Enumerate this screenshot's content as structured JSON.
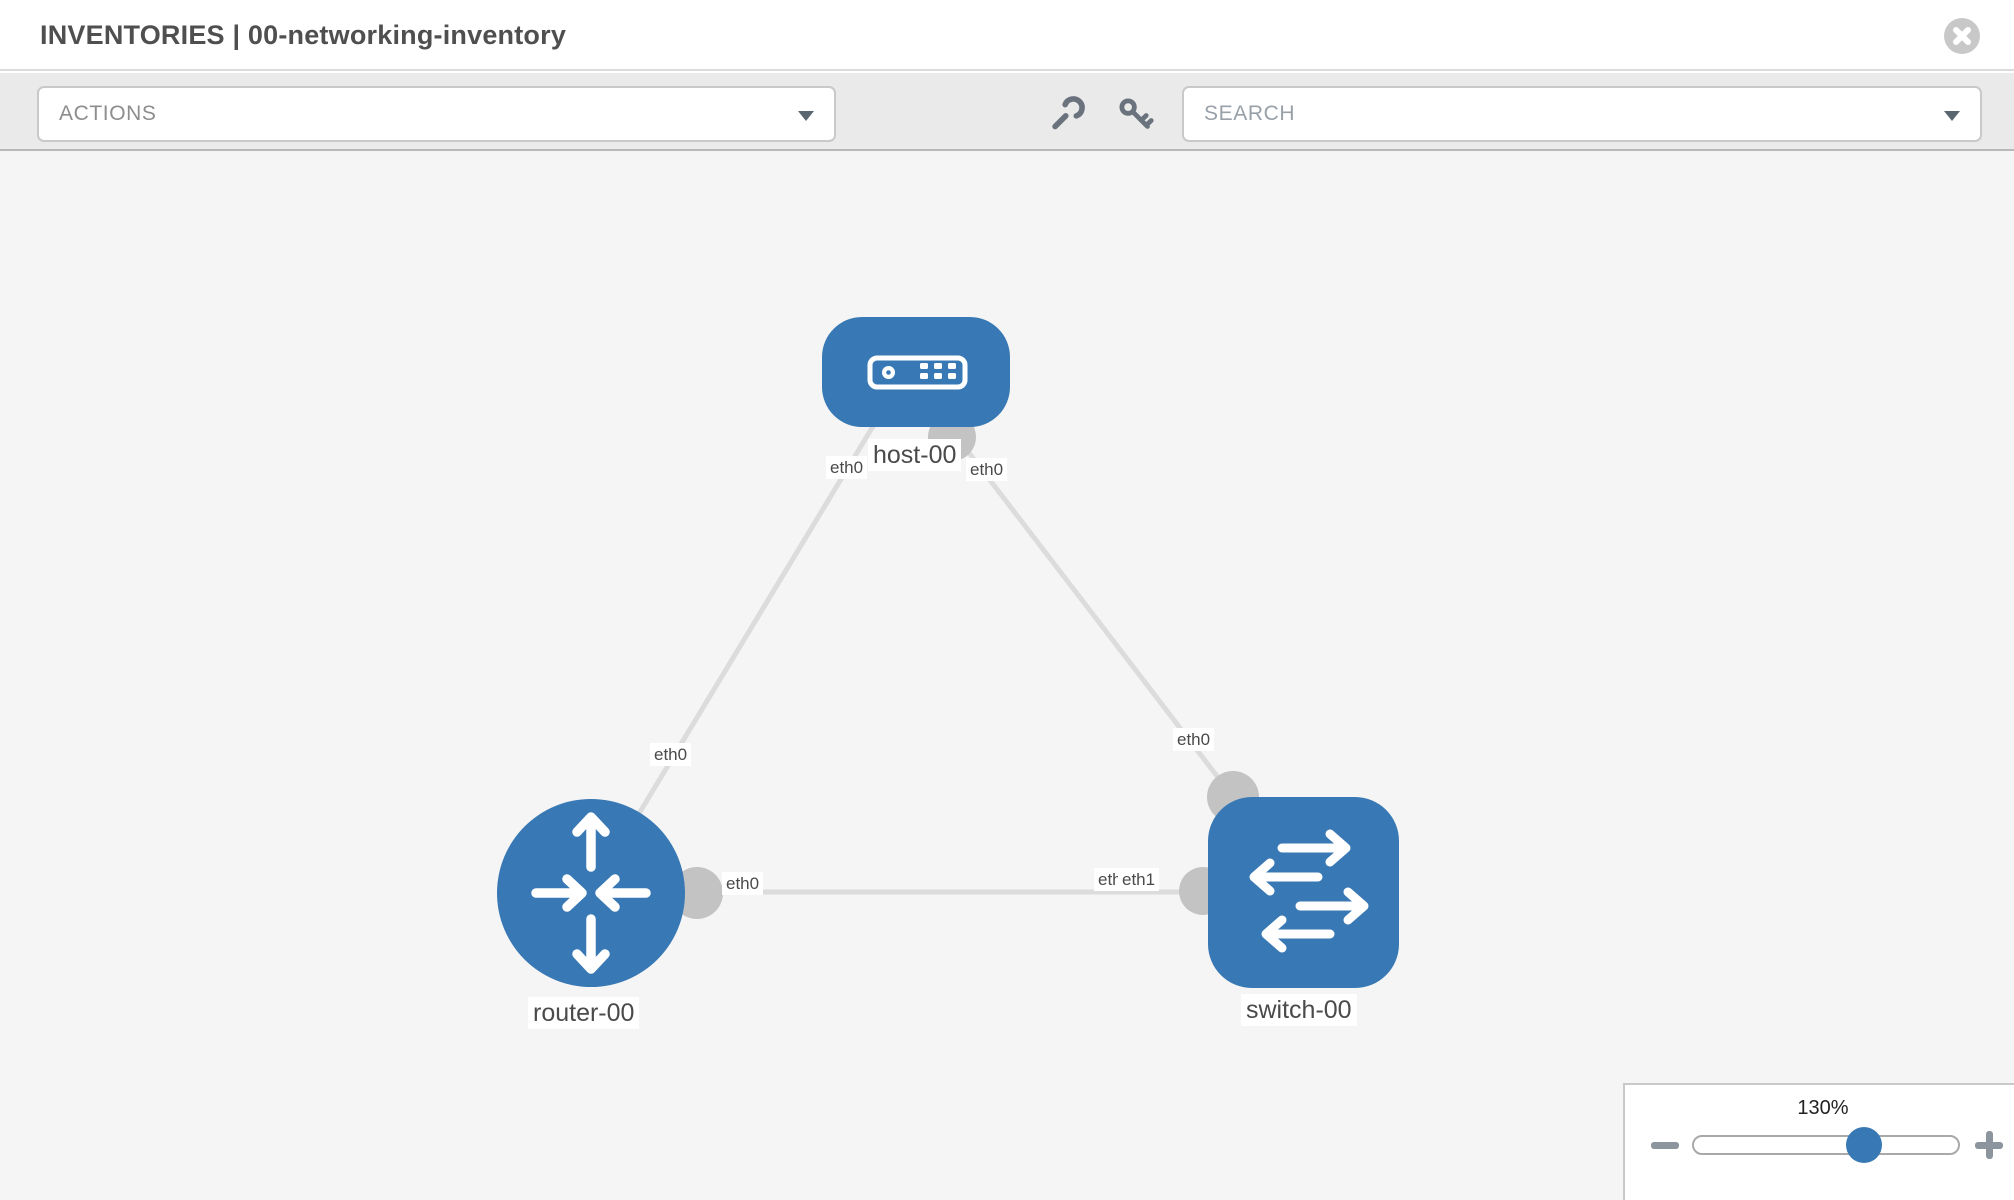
{
  "header": {
    "title": "INVENTORIES | 00-networking-inventory"
  },
  "toolbar": {
    "actions_label": "ACTIONS",
    "search_placeholder": "SEARCH",
    "icons": [
      "wrench-icon",
      "key-icon"
    ]
  },
  "topology": {
    "nodes": [
      {
        "label": "host-00",
        "type": "host",
        "shape": "rounded-rect",
        "icon": "server-icon"
      },
      {
        "label": "router-00",
        "type": "router",
        "shape": "circle",
        "icon": "router-arrows-icon"
      },
      {
        "label": "switch-00",
        "type": "switch",
        "shape": "rounded-square",
        "icon": "switch-arrows-icon"
      }
    ],
    "links": [
      {
        "from": "host-00",
        "from_interface": "eth0",
        "to": "router-00",
        "to_interface": "eth0"
      },
      {
        "from": "host-00",
        "from_interface": "eth0",
        "to": "switch-00",
        "to_interface": "eth0"
      },
      {
        "from": "router-00",
        "from_interface": "eth0",
        "to": "switch-00",
        "to_interface": "eth1",
        "to_interface_behind": "eth0"
      }
    ]
  },
  "zoom_control": {
    "level": "130%",
    "slider_position_pct": 64
  },
  "colors": {
    "node_blue": "#3878b4",
    "link_gray": "#dcdcdc",
    "connector_gray": "#c3c3c3",
    "toolbar_gray": "#eaeaea",
    "canvas_gray": "#f5f5f5",
    "icon_slate": "#6a737d"
  }
}
